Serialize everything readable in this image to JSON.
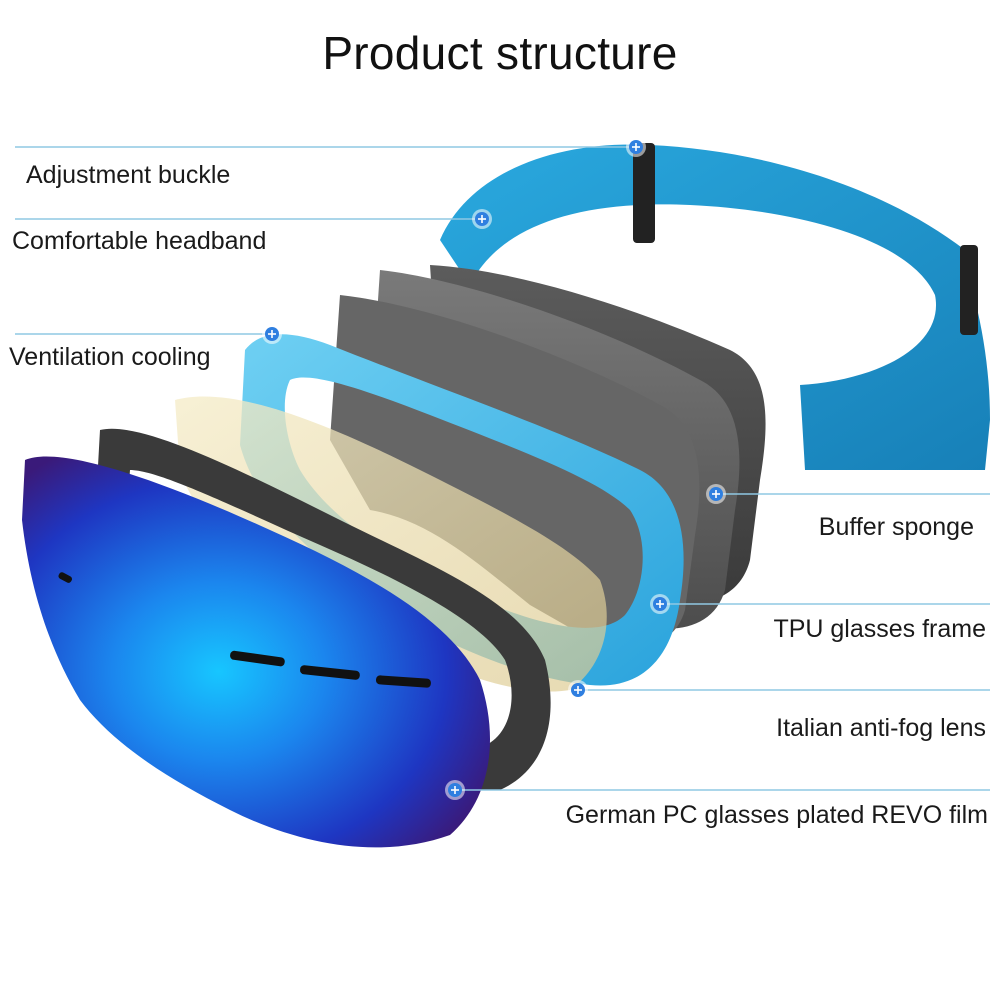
{
  "title": "Product structure",
  "colors": {
    "strap": "#1f9ed6",
    "frame": "#37b8ea",
    "sponge": "#4a4a4a",
    "lens_outer": "#1840c8",
    "lens_inner": "#e9ddb0",
    "leader_line": "#8fc8e3",
    "marker": "#2f7fe0"
  },
  "callouts": [
    {
      "id": "adjustment-buckle",
      "label": "Adjustment buckle",
      "icon": "plus-marker-icon"
    },
    {
      "id": "comfortable-headband",
      "label": "Comfortable headband",
      "icon": "plus-marker-icon"
    },
    {
      "id": "ventilation-cooling",
      "label": "Ventilation cooling",
      "icon": "plus-marker-icon"
    },
    {
      "id": "buffer-sponge",
      "label": "Buffer sponge",
      "icon": "plus-marker-icon"
    },
    {
      "id": "tpu-glasses-frame",
      "label": "TPU glasses frame",
      "icon": "plus-marker-icon"
    },
    {
      "id": "italian-anti-fog-lens",
      "label": "Italian anti-fog lens",
      "icon": "plus-marker-icon"
    },
    {
      "id": "german-pc-lens",
      "label": "German PC glasses plated REVO film",
      "icon": "plus-marker-icon"
    }
  ]
}
